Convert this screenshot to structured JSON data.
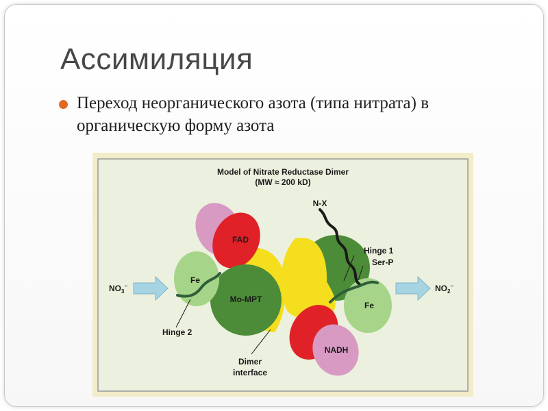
{
  "slide": {
    "title": "Ассимиляция",
    "bullet": "Переход неорганического азота (типа нитрата) в органическую форму азота",
    "bullet_color": "#e06a22"
  },
  "figure": {
    "title": "Model of Nitrate Reductase Dimer",
    "subtitle": "(MW ≈ 200 kD)",
    "labels": {
      "nx": "N-X",
      "fad": "FAD",
      "fe_left": "Fe",
      "mo_mpt": "Mo-MPT",
      "fe_right": "Fe",
      "nadh": "NADH",
      "no3": "NO",
      "no3_sub": "3",
      "no3_sup": "−",
      "no2": "NO",
      "no2_sub": "2",
      "no2_sup": "−",
      "hinge1": "Hinge 1",
      "serp": "Ser-P",
      "hinge2": "Hinge 2",
      "dimer1": "Dimer",
      "dimer2": "interface"
    },
    "colors": {
      "panel": "#ecf0de",
      "green_dark": "#4c8c38",
      "green_light": "#a6d488",
      "yellow": "#f5de1d",
      "red": "#e02228",
      "pink": "#d89ac3",
      "arrow": "#a7d4e3"
    }
  }
}
